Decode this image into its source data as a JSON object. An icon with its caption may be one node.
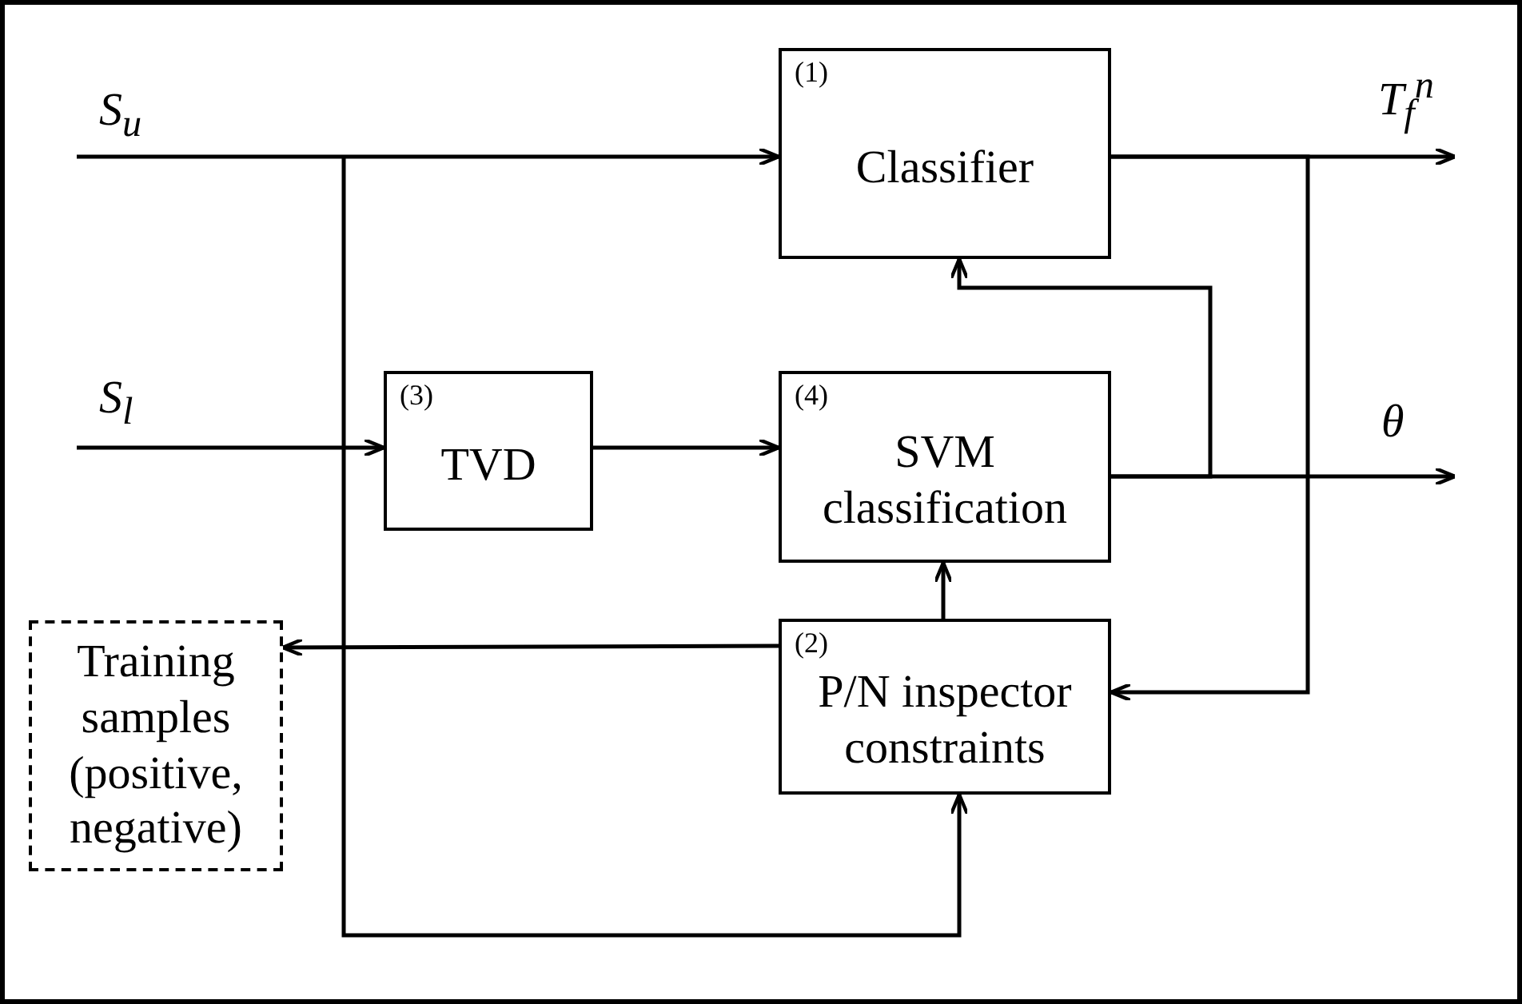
{
  "diagram": {
    "nodes": [
      {
        "text": [
          "(1)",
          "Classifier"
        ]
      },
      {
        "text": [
          "(3)",
          "TVD"
        ]
      },
      {
        "text": [
          "(4)",
          "SVM classification"
        ]
      },
      {
        "text": [
          "(2)",
          "P/N inspector constraints"
        ]
      },
      {
        "text": [
          "Training samples (positive, negative)"
        ]
      }
    ],
    "edges": [
      {
        "from": null,
        "to": 0,
        "arrow": "to",
        "label": "S$_{u}$"
      },
      {
        "from": null,
        "to": 3,
        "arrow": "to"
      },
      {
        "from": null,
        "to": 1,
        "arrow": "to",
        "label": "S$_{l}$"
      },
      {
        "from": 1,
        "to": 2,
        "arrow": "to"
      },
      {
        "from": 0,
        "to": null,
        "arrow": "to",
        "label": "T$_{f}$$^{n}$"
      },
      {
        "from": 2,
        "to": null,
        "arrow": "to",
        "label": "θ"
      },
      {
        "from": 2,
        "to": 0,
        "arrow": "to"
      },
      {
        "from": 0,
        "to": 3,
        "arrow": "to"
      },
      {
        "from": 3,
        "to": 2,
        "arrow": "to"
      },
      {
        "from": 3,
        "to": 4,
        "arrow": "to"
      }
    ]
  }
}
